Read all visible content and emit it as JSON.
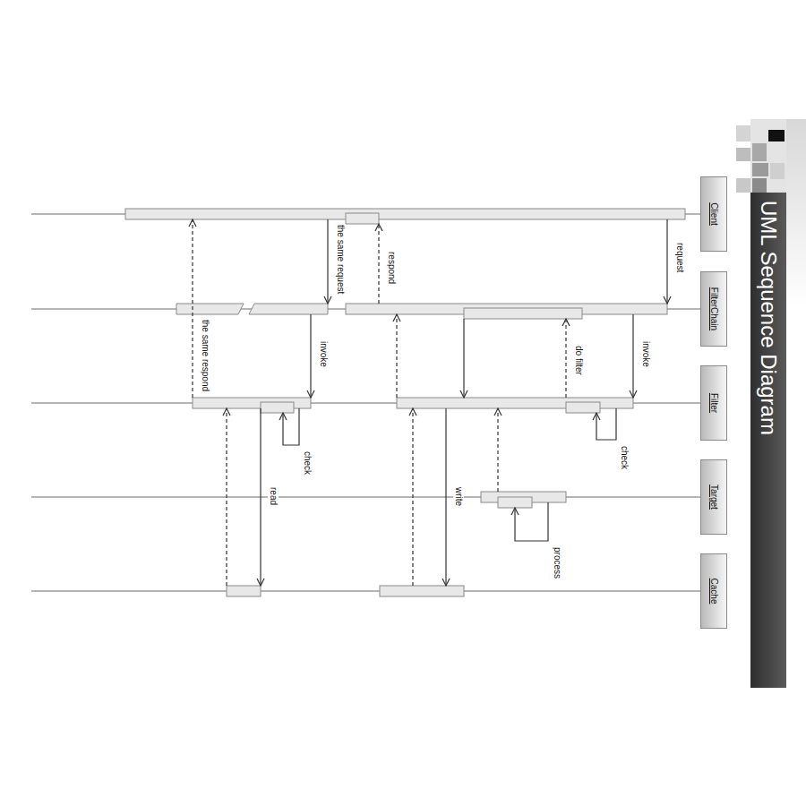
{
  "diagram": {
    "title": "UML Sequence Diagram",
    "nodes": [
      {
        "text": [
          "Client"
        ]
      },
      {
        "text": [
          "FilterChain"
        ]
      },
      {
        "text": [
          "Filter"
        ]
      },
      {
        "text": [
          "Target"
        ]
      },
      {
        "text": [
          "Cache"
        ]
      }
    ],
    "edges": [
      {
        "from": 0,
        "to": 1,
        "arrow": "to",
        "label": "request"
      },
      {
        "from": 1,
        "to": 2,
        "arrow": "to",
        "label": "invoke"
      },
      {
        "from": 2,
        "to": 1,
        "arrow": "to",
        "label": "do filter"
      },
      {
        "from": 3,
        "to": 2,
        "arrow": "to"
      },
      {
        "from": 1,
        "to": 2,
        "arrow": "to"
      },
      {
        "from": 2,
        "to": 4,
        "arrow": "to",
        "label": "write"
      },
      {
        "from": 4,
        "to": 2,
        "arrow": "to"
      },
      {
        "from": 2,
        "to": 1,
        "arrow": "to"
      },
      {
        "from": 1,
        "to": 0,
        "arrow": "to",
        "label": "respond"
      },
      {
        "from": 0,
        "to": 1,
        "arrow": "to",
        "label": "the same request"
      },
      {
        "from": 1,
        "to": 2,
        "arrow": "to",
        "label": "invoke"
      },
      {
        "from": 2,
        "to": 4,
        "arrow": "to",
        "label": "read"
      },
      {
        "from": 4,
        "to": 2,
        "arrow": "to"
      },
      {
        "from": 2,
        "to": 0,
        "arrow": "to",
        "label": "the same respond"
      }
    ],
    "labels": [
      "check",
      "check",
      "process"
    ]
  }
}
